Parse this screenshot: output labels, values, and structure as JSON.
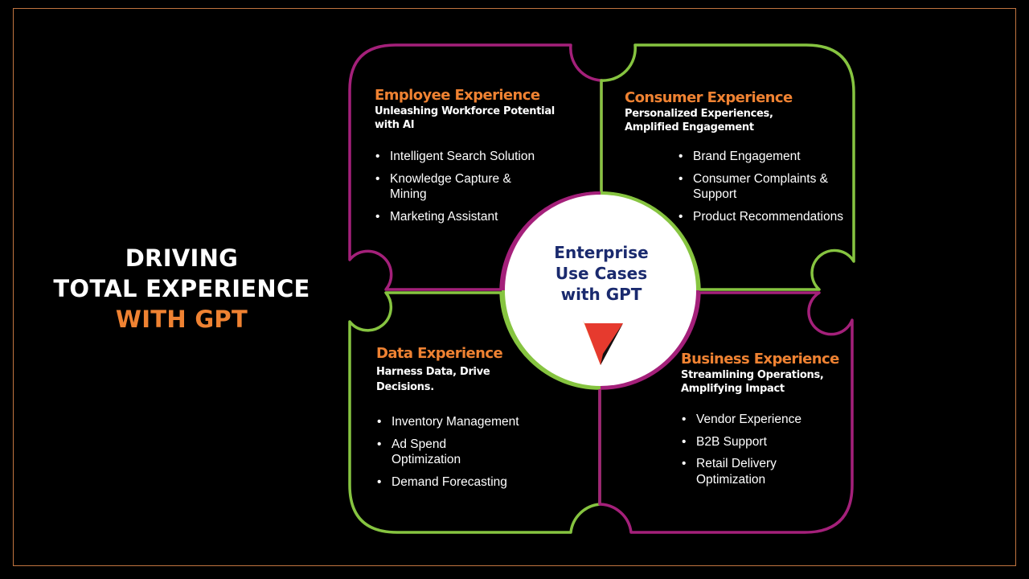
{
  "left_title": {
    "line1": "DRIVING",
    "line2": "TOTAL EXPERIENCE",
    "line3": "WITH GPT"
  },
  "center": {
    "line1": "Enterprise",
    "line2": "Use Cases",
    "line3": "with GPT"
  },
  "quadrants": {
    "employee": {
      "title": "Employee Experience",
      "subtitle": "Unleashing Workforce Potential with AI",
      "items": [
        "Intelligent Search Solution",
        "Knowledge Capture & Mining",
        "Marketing Assistant"
      ]
    },
    "consumer": {
      "title": "Consumer Experience",
      "subtitle": "Personalized Experiences, Amplified Engagement",
      "items": [
        "Brand Engagement",
        "Consumer Complaints & Support",
        "Product Recommendations"
      ]
    },
    "data": {
      "title": "Data Experience",
      "subtitle": "Harness Data, Drive Decisions.",
      "items": [
        "Inventory Management",
        "Ad Spend Optimization",
        "Demand Forecasting"
      ]
    },
    "business": {
      "title": "Business Experience",
      "subtitle": "Streamlining Operations, Amplifying Impact",
      "items": [
        "Vendor Experience",
        "B2B Support",
        "Retail Delivery Optimization"
      ]
    }
  },
  "colors": {
    "magenta": "#a4207a",
    "green": "#86c440",
    "orange": "#ef8232",
    "navy": "#1a2a6e"
  }
}
